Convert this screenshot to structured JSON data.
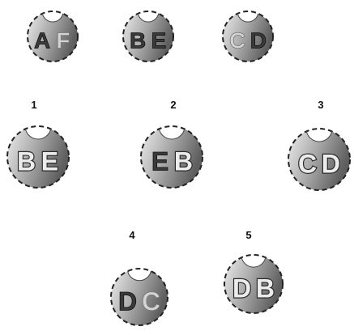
{
  "sequence": [
    {
      "letters": [
        "A",
        "F"
      ],
      "styles": [
        "dark",
        "light"
      ]
    },
    {
      "letters": [
        "B",
        "E"
      ],
      "styles": [
        "dark",
        "dark"
      ]
    },
    {
      "letters": [
        "C",
        "D"
      ],
      "styles": [
        "light",
        "dark"
      ]
    }
  ],
  "options": [
    {
      "number": "1",
      "letters": [
        "B",
        "E"
      ],
      "styles": [
        "outline",
        "outline"
      ]
    },
    {
      "number": "2",
      "letters": [
        "E",
        "B"
      ],
      "styles": [
        "dark",
        "outline"
      ]
    },
    {
      "number": "3",
      "letters": [
        "C",
        "D"
      ],
      "styles": [
        "outline",
        "outline"
      ]
    },
    {
      "number": "4",
      "letters": [
        "D",
        "C"
      ],
      "styles": [
        "dark",
        "light"
      ]
    },
    {
      "number": "5",
      "letters": [
        "D",
        "B"
      ],
      "styles": [
        "outline",
        "outline"
      ]
    }
  ],
  "colors": {
    "disk_light": "#ececec",
    "disk_mid": "#a9a9a9",
    "disk_dark": "#5e5e5e",
    "letter_dark": "#3a3a3a",
    "letter_light": "#d4d4d4",
    "outline_stroke": "#2a2a2a"
  }
}
